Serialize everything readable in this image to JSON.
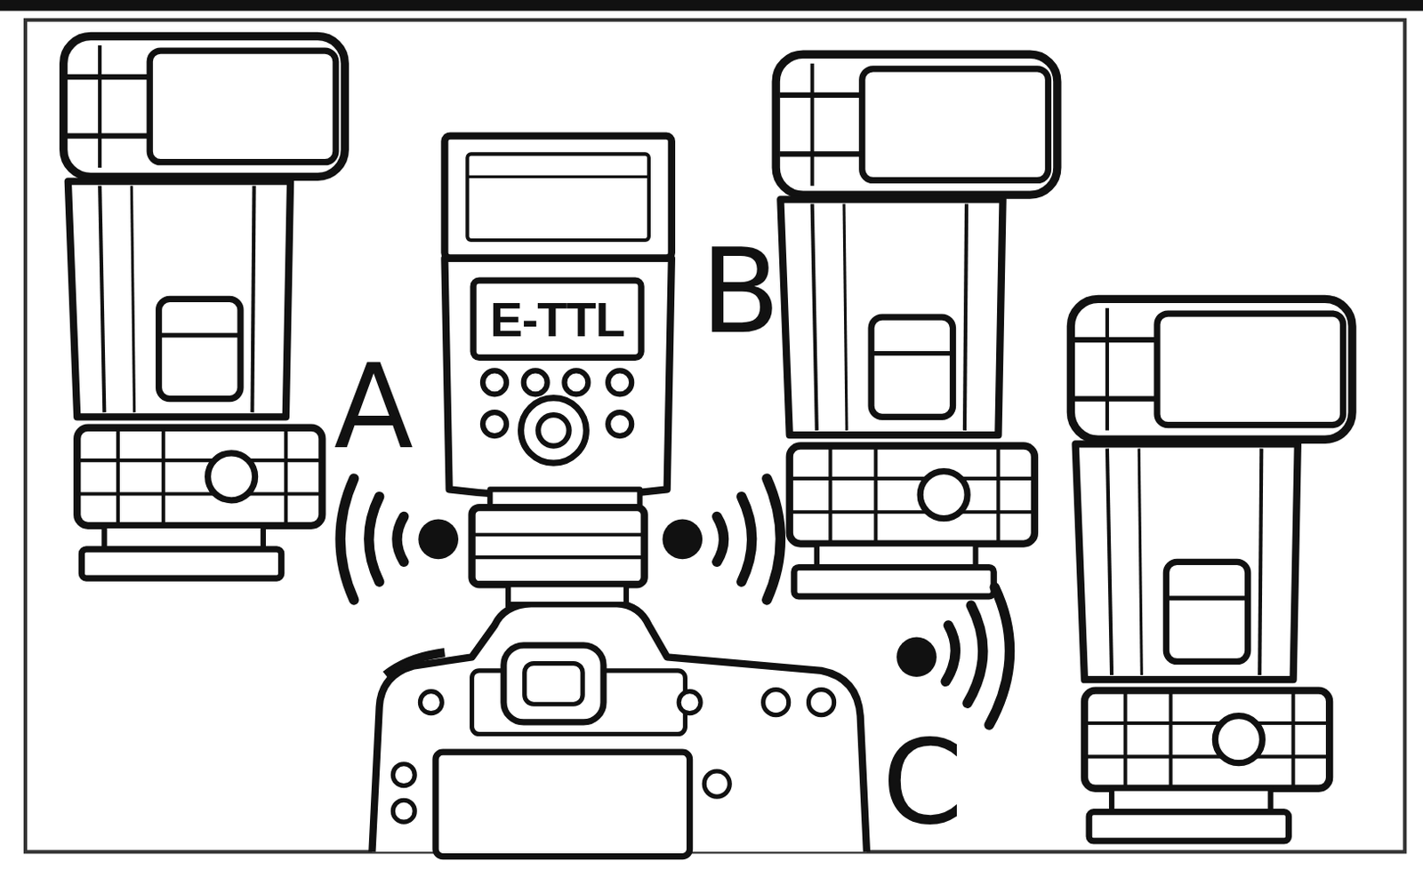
{
  "diagram": {
    "nodes": [
      {
        "text": [
          "E-TTL"
        ]
      }
    ],
    "labels": [
      "B",
      "A",
      "C"
    ]
  }
}
